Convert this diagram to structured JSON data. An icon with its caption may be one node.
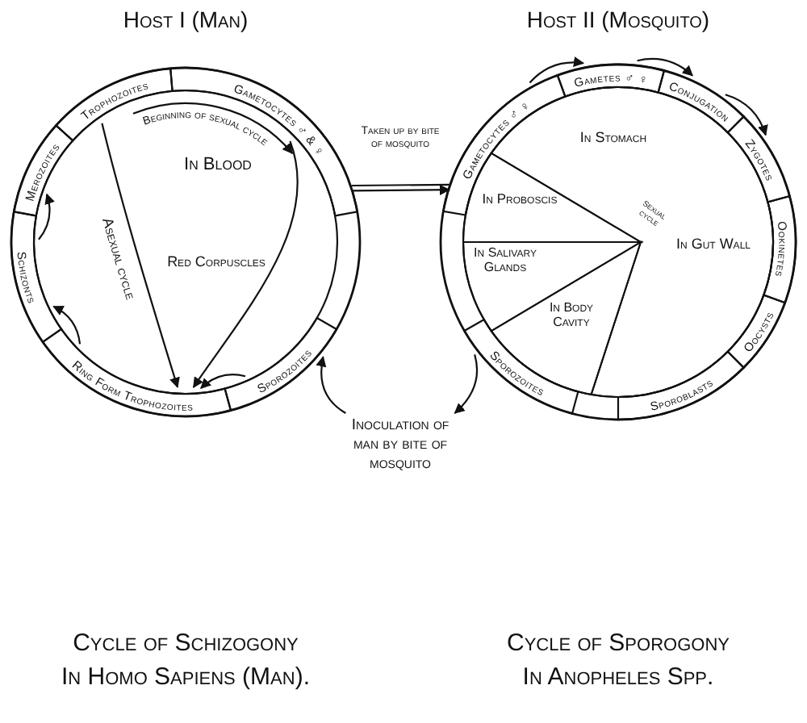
{
  "diagram": {
    "nodes": [
      {
        "text": [
          "Host I (Man)",
          "In Blood",
          "Red Corpuscles"
        ]
      },
      {
        "text": [
          "Trophozoites"
        ],
        "in": 0
      },
      {
        "text": [
          "Gametocytes ♂ & ♀"
        ],
        "in": 0
      },
      {
        "text": [
          "Merozoites"
        ],
        "in": 0
      },
      {
        "text": [
          "Schizonts"
        ],
        "in": 0
      },
      {
        "text": [
          "Ring Form Trophozoites"
        ],
        "in": 0
      },
      {
        "text": [
          "Sporozoites"
        ],
        "in": 0
      },
      {
        "text": [
          "Host II (Mosquito)"
        ]
      },
      {
        "text": [
          "Gametocytes ♂ ♀"
        ],
        "in": 7
      },
      {
        "text": [
          "Gametes ♂ ♀"
        ],
        "in": 7
      },
      {
        "text": [
          "Conjugation"
        ],
        "in": 7
      },
      {
        "text": [
          "Zygotes"
        ],
        "in": 7
      },
      {
        "text": [
          "Ookinetes"
        ],
        "in": 7
      },
      {
        "text": [
          "Oocysts"
        ],
        "in": 7
      },
      {
        "text": [
          "Sporoblasts"
        ],
        "in": 7
      },
      {
        "text": [
          "Sporozoites"
        ],
        "in": 7
      },
      {
        "text": [
          "In Stomach",
          "In Gut Wall"
        ],
        "in": 7
      },
      {
        "text": [
          "In Proboscis"
        ],
        "in": 7
      },
      {
        "text": [
          "In Salivary Glands"
        ],
        "in": 7
      },
      {
        "text": [
          "In Body Cavity"
        ],
        "in": 7
      },
      {
        "text": [
          "Inoculation of man by bite of mosquito"
        ]
      }
    ],
    "edges": [
      {
        "from": 1,
        "to": 2,
        "arrow": "to",
        "label": "Beginning of sexual cycle"
      },
      {
        "from": 1,
        "to": 5,
        "arrow": "to",
        "label": "Asexual cycle"
      },
      {
        "from": 2,
        "to": 5,
        "arrow": "to"
      },
      {
        "from": 6,
        "to": 5,
        "arrow": "to"
      },
      {
        "from": 5,
        "to": 4,
        "arrow": "to"
      },
      {
        "from": 4,
        "to": 3,
        "arrow": "to"
      },
      {
        "from": 2,
        "to": 8,
        "arrow": "to",
        "label": "Taken up by bite of mosquito"
      },
      {
        "from": 8,
        "to": 9,
        "arrow": "to"
      },
      {
        "from": 9,
        "to": 10,
        "arrow": "to"
      },
      {
        "from": 10,
        "to": 11,
        "arrow": "to"
      },
      {
        "from": 15,
        "to": 20,
        "arrow": "to"
      },
      {
        "from": 20,
        "to": 6,
        "arrow": "to"
      }
    ],
    "labels": [
      "Sexual cycle",
      "Cycle of Schizogony",
      "In Homo Sapiens (Man).",
      "Cycle of Sporogony",
      "In Anopheles Spp."
    ]
  }
}
